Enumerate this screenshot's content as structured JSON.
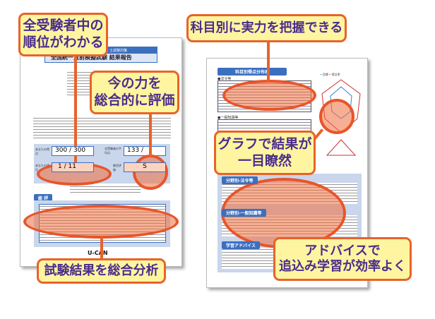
{
  "callouts": {
    "rank": [
      "全受験者中の",
      "順位がわかる"
    ],
    "evaluate": [
      "今の力を",
      "総合的に評価"
    ],
    "analysis": "試験結果を総合分析",
    "subjects": "科目別に実力を把握できる",
    "graph": [
      "グラフで結果が",
      "一目瞭然"
    ],
    "advice": [
      "アドバイスで",
      "追込み学習が効率よく"
    ]
  },
  "left_doc": {
    "header_label": "士試験対策",
    "title": "全国統一直前模擬試験 結果報告",
    "score_label": "あなたの得点",
    "score": "300",
    "score_max": "300",
    "avg_label": "全受験者の平均点",
    "avg": "133",
    "rank_label": "あなたの順位",
    "rank": "1",
    "rank_total": "11",
    "eval_label": "総合評価",
    "eval": "S",
    "review_label": "総 評",
    "brand": "U-CAN"
  },
  "right_doc": {
    "section_title": "科目別得点分布表",
    "table1_label": "●法令等",
    "table2_label": "●一般知識等",
    "legend": [
      "目標",
      "得点率"
    ],
    "panel_headers": [
      "分野別-法令等",
      "分野別-一般知識等",
      "学習アドバイス"
    ]
  },
  "colors": {
    "accent": "#e8632a",
    "callout_bg": "#fff5a0",
    "callout_text": "#4a2d8c",
    "doc_blue": "#3b6fc0"
  }
}
